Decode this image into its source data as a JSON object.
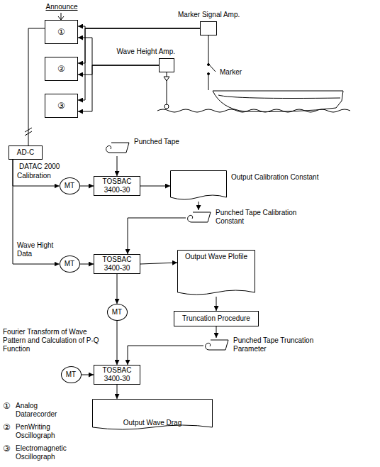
{
  "diagram": {
    "nodes": [
      {
        "text": [
          "①"
        ]
      },
      {
        "text": [
          "②"
        ]
      },
      {
        "text": [
          "③"
        ]
      },
      {
        "text": [
          "Marker Signal Amp."
        ]
      },
      {
        "text": [
          "Wave Height Amp."
        ]
      },
      {
        "text": [
          "AD-C",
          "DATAC 2000"
        ]
      },
      {
        "text": [
          "Punched Tape"
        ]
      },
      {
        "text": [
          "MT"
        ]
      },
      {
        "text": [
          "TOSBAC 3400-30"
        ]
      },
      {
        "text": [
          "Output Calibration Constant"
        ]
      },
      {
        "text": [
          "Punched Tape Calibration Constant"
        ]
      },
      {
        "text": [
          "MT"
        ]
      },
      {
        "text": [
          "TOSBAC 3400-30"
        ]
      },
      {
        "text": [
          "Output Wave Plofile"
        ]
      },
      {
        "text": [
          "MT"
        ]
      },
      {
        "text": [
          "Truncation Procedure"
        ]
      },
      {
        "text": [
          "Punched Tape Truncation Parameter"
        ]
      },
      {
        "text": [
          "MT"
        ]
      },
      {
        "text": [
          "TOSBAC 3400-30"
        ]
      },
      {
        "text": [
          "Output Wave Drag"
        ]
      }
    ],
    "edges": [
      {
        "from": 3,
        "to": 0,
        "arrow": "to"
      },
      {
        "from": 3,
        "to": 1,
        "arrow": "to"
      },
      {
        "from": 3,
        "to": 2,
        "arrow": "to"
      },
      {
        "from": 4,
        "to": 0,
        "arrow": "to"
      },
      {
        "from": 4,
        "to": 1,
        "arrow": "to"
      },
      {
        "from": 4,
        "to": 2,
        "arrow": "to"
      },
      {
        "from": 0,
        "to": 5,
        "arrow": "none"
      },
      {
        "from": 5,
        "to": 7,
        "arrow": "to"
      },
      {
        "from": 5,
        "to": 11,
        "arrow": "to"
      },
      {
        "from": 6,
        "to": 8,
        "arrow": "to"
      },
      {
        "from": 7,
        "to": 8,
        "arrow": "to"
      },
      {
        "from": 8,
        "to": 9,
        "arrow": "to"
      },
      {
        "from": 9,
        "to": 10,
        "arrow": "to"
      },
      {
        "from": 10,
        "to": 12,
        "arrow": "to"
      },
      {
        "from": 11,
        "to": 12,
        "arrow": "to"
      },
      {
        "from": 12,
        "to": 13,
        "arrow": "to"
      },
      {
        "from": 12,
        "to": 14,
        "arrow": "to"
      },
      {
        "from": 13,
        "to": 15,
        "arrow": "to"
      },
      {
        "from": 15,
        "to": 16,
        "arrow": "to"
      },
      {
        "from": 16,
        "to": 18,
        "arrow": "to"
      },
      {
        "from": 14,
        "to": 18,
        "arrow": "to"
      },
      {
        "from": 17,
        "to": 18,
        "arrow": "to"
      },
      {
        "from": 18,
        "to": 19,
        "arrow": "to"
      }
    ],
    "labels": [
      "Announce",
      "Marker",
      "Calibration",
      "Wave Hight Data",
      "Fourier Transform of Wave Pattern and Calculation of P-Q Function",
      "①",
      "Analog Datarecorder",
      "②",
      "PenWriting Oscillograph",
      "③",
      "Electromagnetic Oscillograph"
    ]
  }
}
